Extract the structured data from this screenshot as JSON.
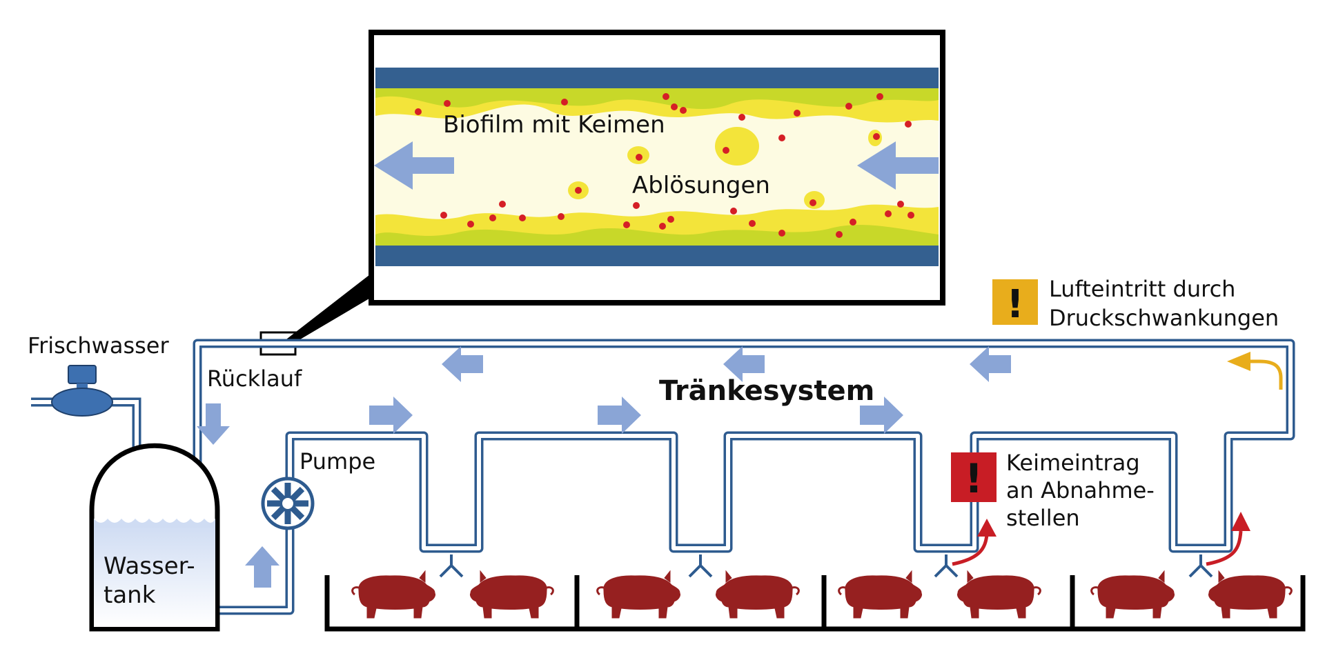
{
  "diagram": {
    "title": "Tränkesystem",
    "labels": {
      "fresh_water": "Frischwasser",
      "return_line": "Rücklauf",
      "pump": "Pumpe",
      "tank_line1": "Wasser-",
      "tank_line2": "tank",
      "biofilm": "Biofilm mit Keimen",
      "detachments": "Ablösungen",
      "air_warning_line1": "Lufteintritt durch",
      "air_warning_line2": "Druckschwankungen",
      "germ_warning_line1": "Keimeintrag",
      "germ_warning_line2": "an Abnahme-",
      "germ_warning_line3": "stellen",
      "warning_symbol": "!"
    },
    "icons": [
      "water-meter-icon",
      "pump-icon",
      "pig-icon",
      "drinking-nipple-icon",
      "warning-icon"
    ],
    "colors": {
      "pipe": "#2e5b8f",
      "flow_arrow": "#8aa5d6",
      "biofilm_green": "#c8d829",
      "biofilm_yellow": "#f3e43a",
      "germ": "#d51f26",
      "pig": "#962020",
      "warning_air": "#e8ad1c",
      "warning_germ": "#c81d25",
      "air_arrow": "#e8ad1c",
      "germ_arrow": "#c81d25"
    }
  }
}
